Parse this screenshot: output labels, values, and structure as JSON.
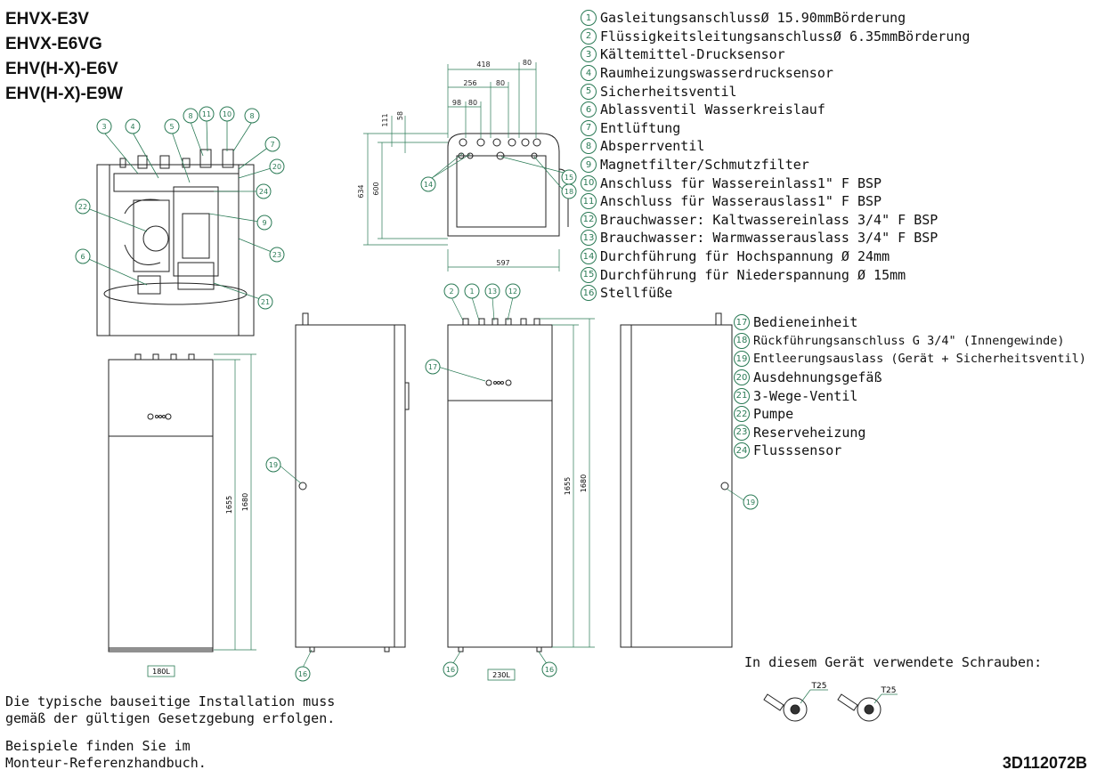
{
  "models": [
    "EHVX-E3V",
    "EHVX-E6VG",
    "EHV(H-X)-E6V",
    "EHV(H-X)-E9W"
  ],
  "legend_a": [
    {
      "n": "1",
      "t": "GasleitungsanschlussØ 15.90mmBörderung"
    },
    {
      "n": "2",
      "t": "FlüssigkeitsleitungsanschlussØ 6.35mmBörderung"
    },
    {
      "n": "3",
      "t": "Kältemittel-Drucksensor"
    },
    {
      "n": "4",
      "t": "Raumheizungswasserdrucksensor"
    },
    {
      "n": "5",
      "t": "Sicherheitsventil"
    },
    {
      "n": "6",
      "t": "Ablassventil Wasserkreislauf"
    },
    {
      "n": "7",
      "t": "Entlüftung"
    },
    {
      "n": "8",
      "t": "Absperrventil"
    },
    {
      "n": "9",
      "t": "Magnetfilter/Schmutzfilter"
    },
    {
      "n": "10",
      "t": "Anschluss für Wassereinlass1\" F BSP"
    },
    {
      "n": "11",
      "t": "Anschluss für Wasserauslass1\" F BSP"
    },
    {
      "n": "12",
      "t": "Brauchwasser: Kaltwassereinlass 3/4\" F BSP"
    },
    {
      "n": "13",
      "t": "Brauchwasser: Warmwasserauslass 3/4\" F BSP"
    },
    {
      "n": "14",
      "t": "Durchführung für Hochspannung Ø 24mm"
    },
    {
      "n": "15",
      "t": "Durchführung für Niederspannung Ø 15mm"
    },
    {
      "n": "16",
      "t": "Stellfüße"
    }
  ],
  "legend_b": [
    {
      "n": "17",
      "t": "Bedieneinheit"
    },
    {
      "n": "18",
      "t": "Rückführungsanschluss G 3/4\" (Innengewinde)"
    },
    {
      "n": "19",
      "t": "Entleerungsauslass (Gerät + Sicherheitsventil)"
    },
    {
      "n": "20",
      "t": "Ausdehnungsgefäß"
    },
    {
      "n": "21",
      "t": "3-Wege-Ventil"
    },
    {
      "n": "22",
      "t": "Pumpe"
    },
    {
      "n": "23",
      "t": "Reserveheizung"
    },
    {
      "n": "24",
      "t": "Flusssensor"
    }
  ],
  "note1": "Die typische bauseitige Installation muss\ngemäß der gültigen Gesetzgebung erfolgen.",
  "note2": "Beispiele finden Sie im\nMonteur-Referenzhandbuch.",
  "screws_label": "In diesem Gerät verwendete Schrauben:",
  "screw_tag": "T25",
  "doc_number": "3D112072B",
  "dims": {
    "top_w": "418",
    "top_r": "80",
    "top_256": "256",
    "top_80b": "80",
    "top_98": "98",
    "top_80c": "80",
    "side_111": "111",
    "side_58": "58",
    "side_634": "634",
    "side_600": "600",
    "bottom_597": "597",
    "h1655": "1655",
    "h1680": "1680",
    "tank1": "180L",
    "tank2": "230L"
  }
}
